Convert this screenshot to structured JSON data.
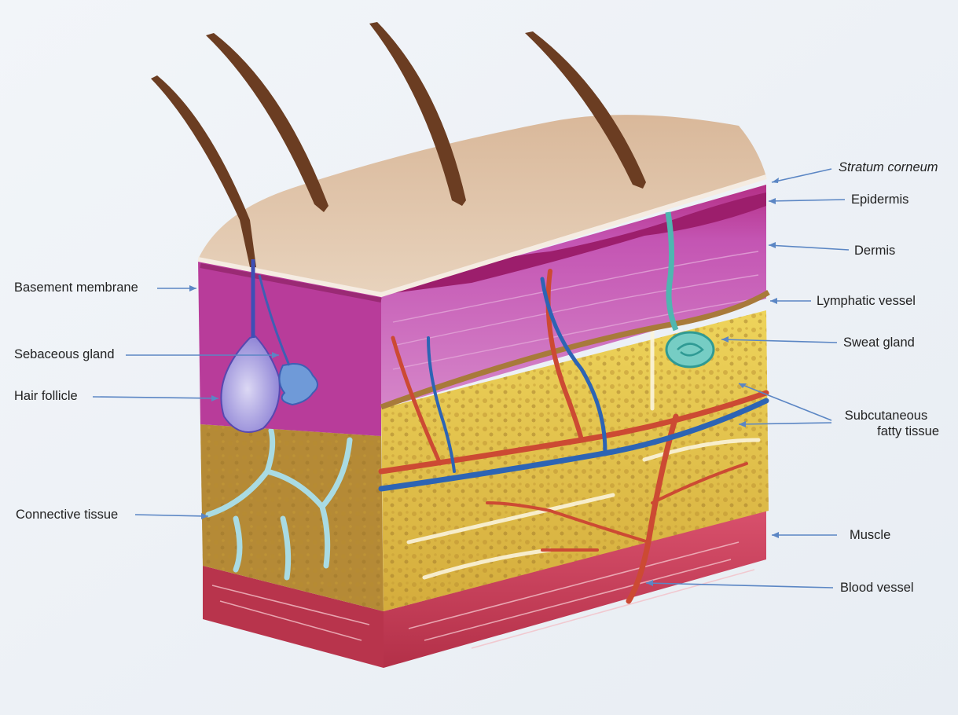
{
  "diagram": {
    "labels_left": {
      "basement_membrane": "Basement membrane",
      "sebaceous_gland": "Sebaceous gland",
      "hair_follicle": "Hair follicle",
      "connective_tissue": "Connective tissue"
    },
    "labels_right": {
      "stratum_corneum": "Stratum corneum",
      "epidermis": "Epidermis",
      "dermis": "Dermis",
      "lymphatic_vessel": "Lymphatic vessel",
      "sweat_gland": "Sweat gland",
      "subcutaneous_line1": "Subcutaneous",
      "subcutaneous_line2": "fatty tissue",
      "muscle": "Muscle",
      "blood_vessel": "Blood vessel"
    },
    "colors": {
      "paper": "#eef2f7",
      "arrow": "#5b86c4",
      "skin_top": "#dcbfa4",
      "epidermis": "#a8246e",
      "dermis": "#c060b8",
      "fat": "#d8b540",
      "muscle": "#c43c58",
      "artery": "#cc4a33",
      "vein": "#2d64b4",
      "lymph": "#4fb6b0",
      "hair": "#6b3d22"
    }
  }
}
